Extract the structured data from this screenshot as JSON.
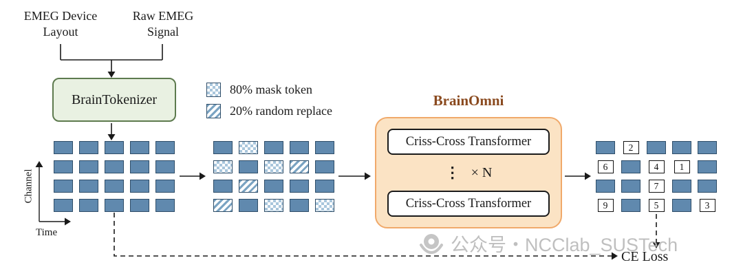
{
  "inputs": {
    "left": {
      "line1": "EMEG Device",
      "line2": "Layout"
    },
    "right": {
      "line1": "Raw EMEG",
      "line2": "Signal"
    }
  },
  "tokenizer": {
    "label": "BrainTokenizer"
  },
  "legend": {
    "mask_label": "80% mask token",
    "replace_label": "20% random replace"
  },
  "axes": {
    "y_label": "Channel",
    "x_label": "Time"
  },
  "brainomni": {
    "title": "BrainOmni",
    "top_block": "Criss-Cross Transformer",
    "bottom_block": "Criss-Cross Transformer",
    "ellipsis": "⋮",
    "repeat_label": "× N"
  },
  "loss": {
    "label": "CE Loss"
  },
  "watermark": {
    "text": "公众号・NCClab_SUSTech"
  },
  "grids": {
    "input": [
      [
        "b",
        "b",
        "b",
        "b",
        "b"
      ],
      [
        "b",
        "b",
        "b",
        "b",
        "b"
      ],
      [
        "b",
        "b",
        "b",
        "b",
        "b"
      ],
      [
        "b",
        "b",
        "b",
        "b",
        "b"
      ]
    ],
    "masked": [
      [
        "b",
        "m",
        "b",
        "b",
        "b"
      ],
      [
        "m",
        "b",
        "m",
        "r",
        "b"
      ],
      [
        "b",
        "r",
        "b",
        "b",
        "b"
      ],
      [
        "r",
        "b",
        "m",
        "b",
        "m"
      ]
    ],
    "output": [
      [
        "b",
        "2",
        "b",
        "b",
        "b"
      ],
      [
        "6",
        "b",
        "4",
        "1",
        "b"
      ],
      [
        "b",
        "b",
        "7",
        "b",
        "b"
      ],
      [
        "9",
        "b",
        "5",
        "b",
        "3"
      ]
    ]
  },
  "colors": {
    "token_blue": "#6089ae",
    "token_border": "#2e4d68",
    "mask_blue": "#a9c6dc",
    "hatch_blue": "#7aa3c2",
    "tokenizer_fill": "#e9f1e2",
    "tokenizer_border": "#5d7a4e",
    "omni_fill": "#fbe3c4",
    "omni_border": "#f0a96a",
    "omni_title": "#8a4a1f"
  }
}
